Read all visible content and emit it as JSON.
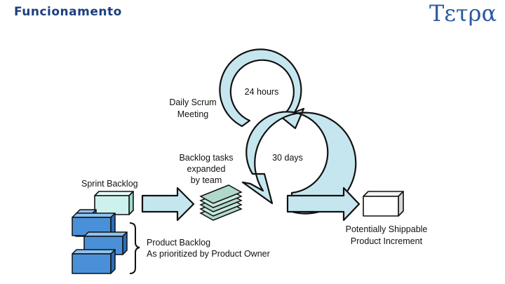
{
  "header": {
    "title": "Funcionamento",
    "logo_text": "Τετρα"
  },
  "diagram": {
    "labels": {
      "daily_scrum_line1": "Daily Scrum",
      "daily_scrum_line2": "Meeting",
      "hours": "24 hours",
      "days": "30 days",
      "backlog_tasks_line1": "Backlog tasks",
      "backlog_tasks_line2": "expanded",
      "backlog_tasks_line3": "by team",
      "sprint_backlog": "Sprint Backlog",
      "product_backlog_line1": "Product Backlog",
      "product_backlog_line2": "As prioritized by Product Owner",
      "increment_line1": "Potentially Shippable",
      "increment_line2": "Product Increment"
    },
    "colors": {
      "arrow_fill": "#c5e6ee",
      "block_front": "#4a90d9",
      "block_top": "#8ec2f0",
      "block_side": "#2d6fb8",
      "sprint_block": "#cdf2ee",
      "outline": "#111111",
      "title": "#1c3f7c",
      "logo": "#2a5a9c"
    }
  }
}
